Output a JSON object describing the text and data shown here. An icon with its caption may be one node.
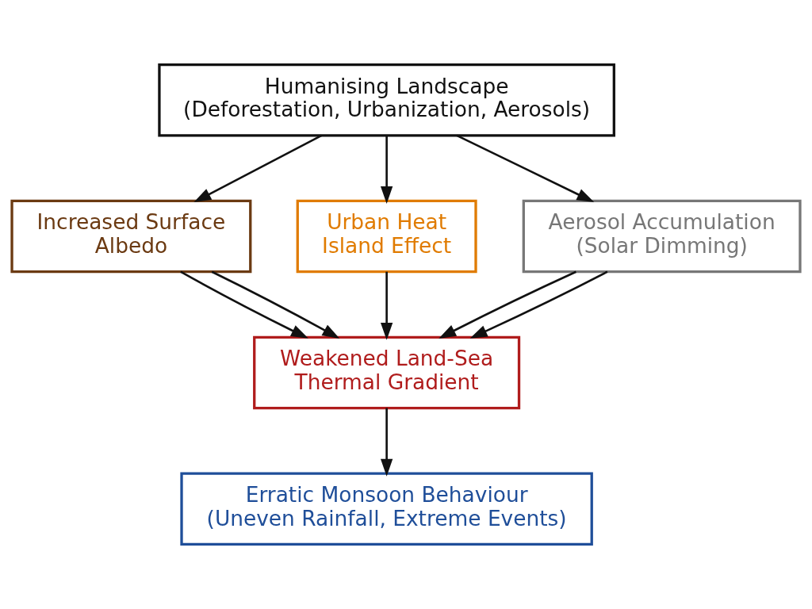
{
  "diagram": {
    "nodes": [
      {
        "text": [
          "Humanising Landscape (Deforestation, Urbanization, Aerosols)"
        ]
      },
      {
        "text": [
          "Increased Surface Albedo"
        ]
      },
      {
        "text": [
          "Urban Heat Island Effect"
        ]
      },
      {
        "text": [
          "Aerosol Accumulation (Solar Dimming)"
        ]
      },
      {
        "text": [
          "Weakened Land-Sea Thermal Gradient"
        ]
      },
      {
        "text": [
          "Erratic Monsoon Behaviour (Uneven Rainfall, Extreme Events)"
        ]
      }
    ],
    "edges": [
      {
        "from": 0,
        "to": 1,
        "arrow": "to"
      },
      {
        "from": 0,
        "to": 2,
        "arrow": "to"
      },
      {
        "from": 0,
        "to": 3,
        "arrow": "to"
      },
      {
        "from": 1,
        "to": 4,
        "arrow": "to"
      },
      {
        "from": 1,
        "to": 4,
        "arrow": "to"
      },
      {
        "from": 2,
        "to": 4,
        "arrow": "to"
      },
      {
        "from": 3,
        "to": 4,
        "arrow": "to"
      },
      {
        "from": 3,
        "to": 4,
        "arrow": "to"
      },
      {
        "from": 4,
        "to": 5,
        "arrow": "to"
      }
    ]
  }
}
